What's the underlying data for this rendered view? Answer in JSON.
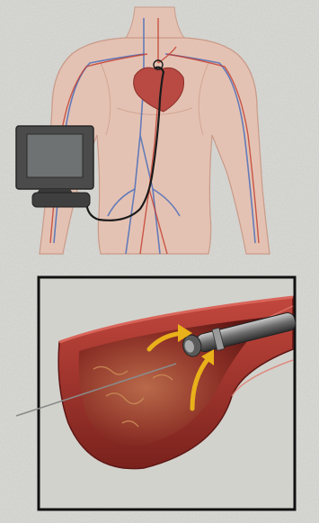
{
  "colors": {
    "background": "#dcdcd8",
    "body": "#e4c2b3",
    "body_shadow": "#c99a88",
    "heart": "#b84a43",
    "artery": "#c0392b",
    "vein": "#4d6fb8",
    "catheter_wire": "#1a1a1a",
    "monitor_body": "#4b4b4b",
    "monitor_screen": "#6f7273",
    "inset_border": "#111111",
    "vessel_wall": "#a43a32",
    "vessel_inner": "#7c231f",
    "plaque": "#c98a55",
    "arrow": "#e9b11a",
    "probe": "#8a8a8a"
  },
  "icons": {
    "monitor": "monitor-icon",
    "body": "human-torso-illustration",
    "heart": "heart-icon",
    "catheter": "catheter-wire",
    "vessel_cutaway": "blood-vessel-cutaway",
    "flow_arrows": "blood-flow-arrow-icon"
  }
}
